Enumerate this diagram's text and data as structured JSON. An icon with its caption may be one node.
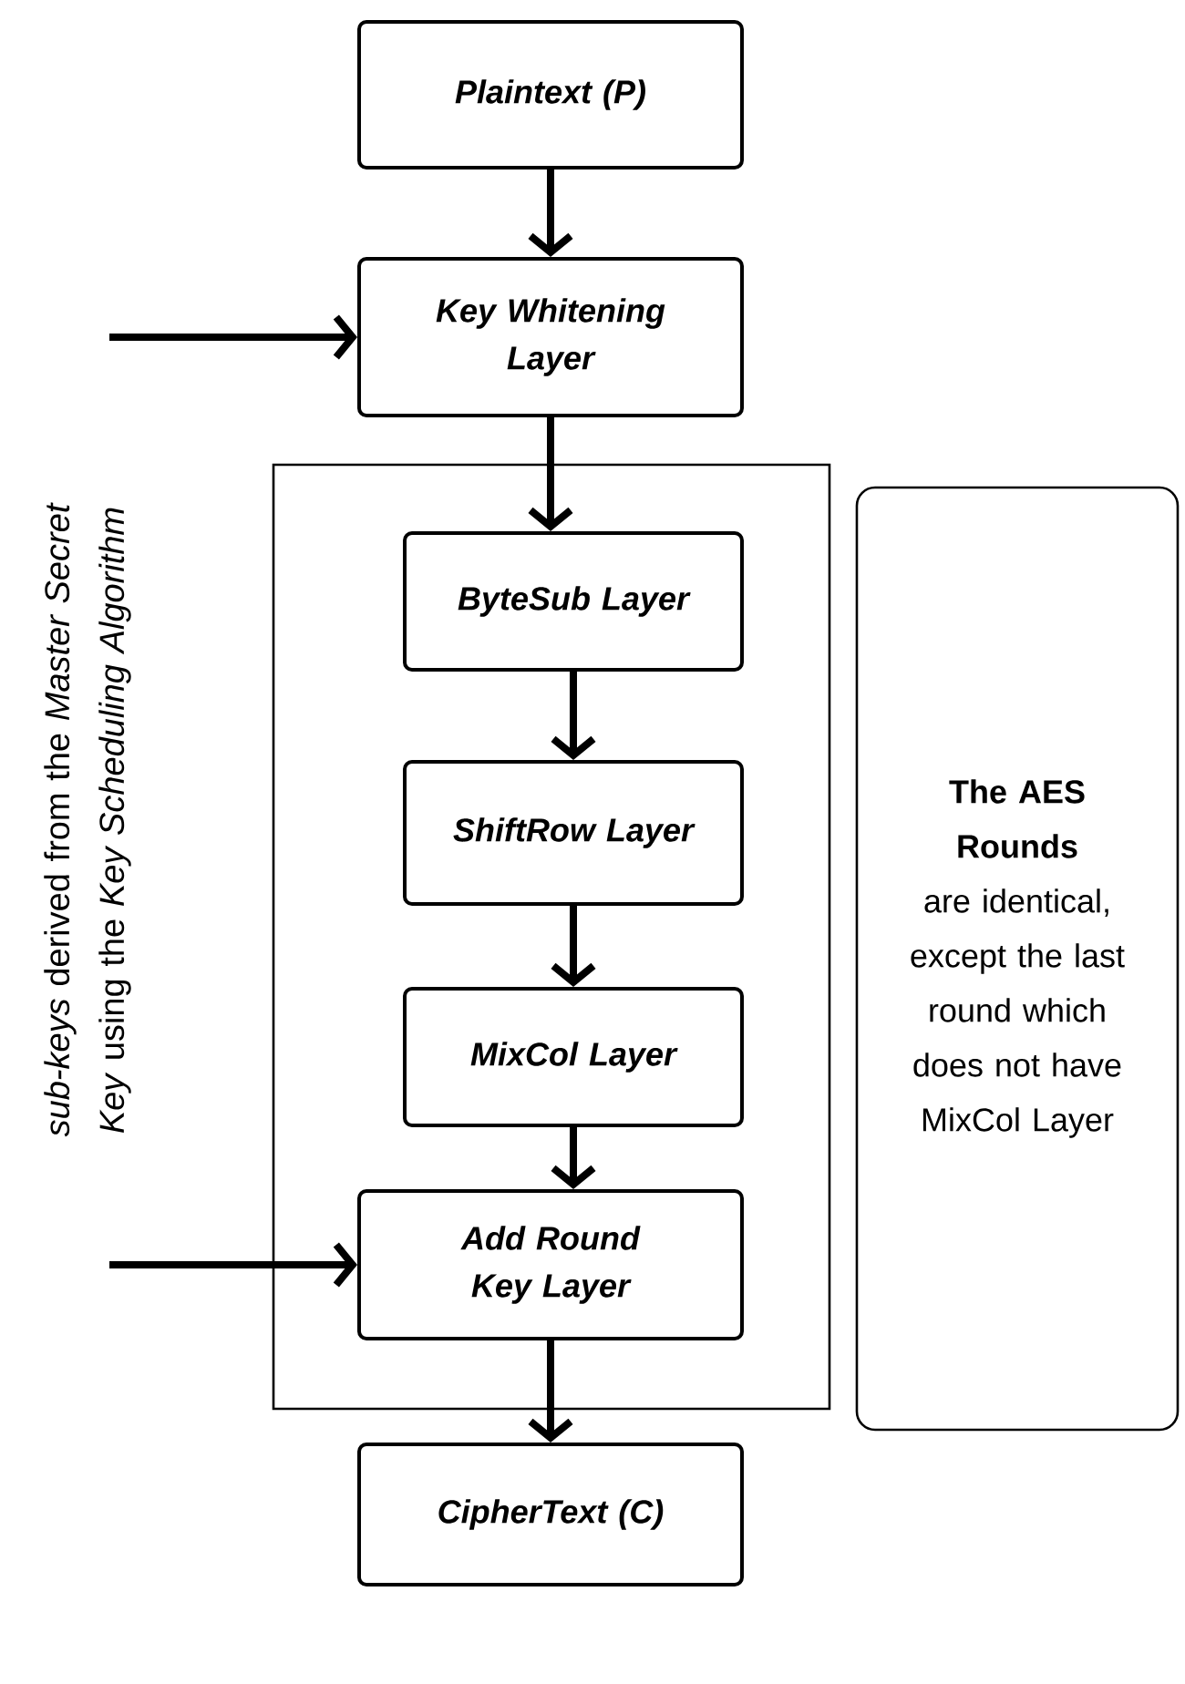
{
  "diagram": {
    "nodes": [
      {
        "text": [
          "Plaintext (P)"
        ]
      },
      {
        "text": [
          "Key Whitening Layer"
        ]
      },
      {
        "text": [],
        "shape": "box"
      },
      {
        "text": [
          "ByteSub Layer"
        ],
        "in": 2
      },
      {
        "text": [
          "ShiftRow Layer"
        ],
        "in": 2
      },
      {
        "text": [
          "MixCol Layer"
        ],
        "in": 2
      },
      {
        "text": [
          "Add Round Key Layer"
        ],
        "in": 2
      },
      {
        "text": [
          "CipherText (C)"
        ]
      },
      {
        "text": [
          "The AES Rounds",
          "are identical, except the last round which does not have MixCol Layer"
        ]
      }
    ],
    "edges": [
      {
        "from": 0,
        "to": 1,
        "arrow": "to"
      },
      {
        "from": null,
        "to": 1,
        "arrow": "to"
      },
      {
        "from": 1,
        "to": 3,
        "arrow": "to"
      },
      {
        "from": 3,
        "to": 4,
        "arrow": "to"
      },
      {
        "from": 4,
        "to": 5,
        "arrow": "to"
      },
      {
        "from": 5,
        "to": 6,
        "arrow": "to"
      },
      {
        "from": null,
        "to": 6,
        "arrow": "to"
      },
      {
        "from": 6,
        "to": 7,
        "arrow": "to"
      }
    ],
    "labels": [
      "*sub-keys* derived from the *Master Secret Key* using the *Key Scheduling Algorithm*"
    ]
  }
}
